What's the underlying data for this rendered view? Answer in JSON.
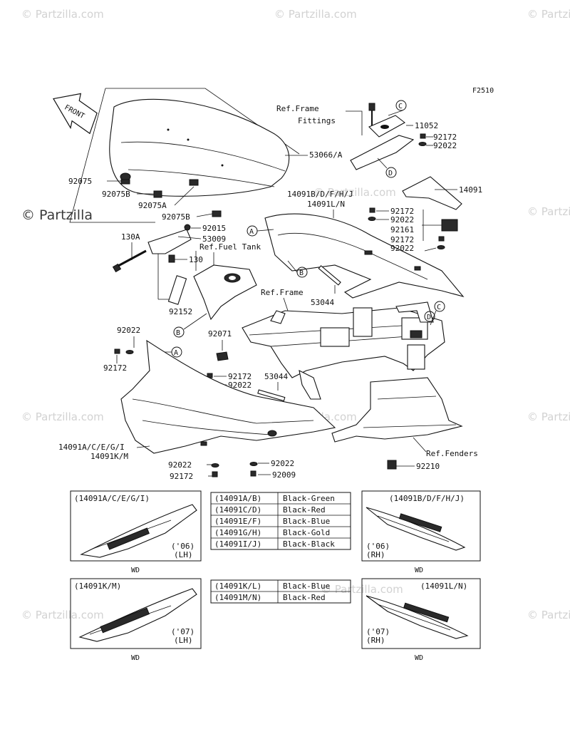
{
  "figure_code": "F2510",
  "watermarks": {
    "small": "© Partzilla.com",
    "large": "© Partzilla"
  },
  "front_label": "FRONT",
  "callouts": {
    "p53066": "53066/A",
    "p11052": "11052",
    "p92172_a": "92172",
    "p92022_a": "92022",
    "p14091": "14091",
    "p14091b": "14091B/D/F/H/J",
    "p14091l": "14091L/N",
    "p92172_b": "92172",
    "p92022_b": "92022",
    "p92161": "92161",
    "p92172_c": "92172",
    "p92022_c": "92022",
    "p92075": "92075",
    "p92075b_a": "92075B",
    "p92075a": "92075A",
    "p92075b_b": "92075B",
    "p92015": "92015",
    "p53009": "53009",
    "p130a": "130A",
    "p130": "130",
    "p92152": "92152",
    "p53044_a": "53044",
    "p92022_d": "92022",
    "p92172_d": "92172",
    "p92071": "92071",
    "p92172_e": "92172",
    "p92022_e": "92022",
    "p53044_b": "53044",
    "p14091a": "14091A/C/E/G/I",
    "p14091k": "14091K/M",
    "p92022_f": "92022",
    "p92172_f": "92172",
    "p92022_g": "92022",
    "p92009": "92009",
    "p92210": "92210"
  },
  "refs": {
    "frame_fittings_1": "Ref.Frame",
    "frame_fittings_2": "Fittings",
    "fuel_tank": "Ref.Fuel Tank",
    "frame": "Ref.Frame",
    "fenders": "Ref.Fenders"
  },
  "markers": {
    "A": "A",
    "B": "B",
    "C": "C",
    "D": "D"
  },
  "color_table_1": [
    {
      "code": "(14091A/B)",
      "color": "Black-Green"
    },
    {
      "code": "(14091C/D)",
      "color": "Black-Red"
    },
    {
      "code": "(14091E/F)",
      "color": "Black-Blue"
    },
    {
      "code": "(14091G/H)",
      "color": "Black-Gold"
    },
    {
      "code": "(14091I/J)",
      "color": "Black-Black"
    }
  ],
  "color_table_2": [
    {
      "code": "(14091K/L)",
      "color": "Black-Blue"
    },
    {
      "code": "(14091M/N)",
      "color": "Black-Red"
    }
  ],
  "insets": [
    {
      "title": "(14091A/C/E/G/I)",
      "year": "('06)",
      "side": "(LH)",
      "caption": "WD"
    },
    {
      "title": "(14091B/D/F/H/J)",
      "year": "('06)",
      "side": "(RH)",
      "caption": "WD"
    },
    {
      "title": "(14091K/M)",
      "year": "('07)",
      "side": "(LH)",
      "caption": "WD"
    },
    {
      "title": "(14091L/N)",
      "year": "('07)",
      "side": "(RH)",
      "caption": "WD"
    }
  ]
}
